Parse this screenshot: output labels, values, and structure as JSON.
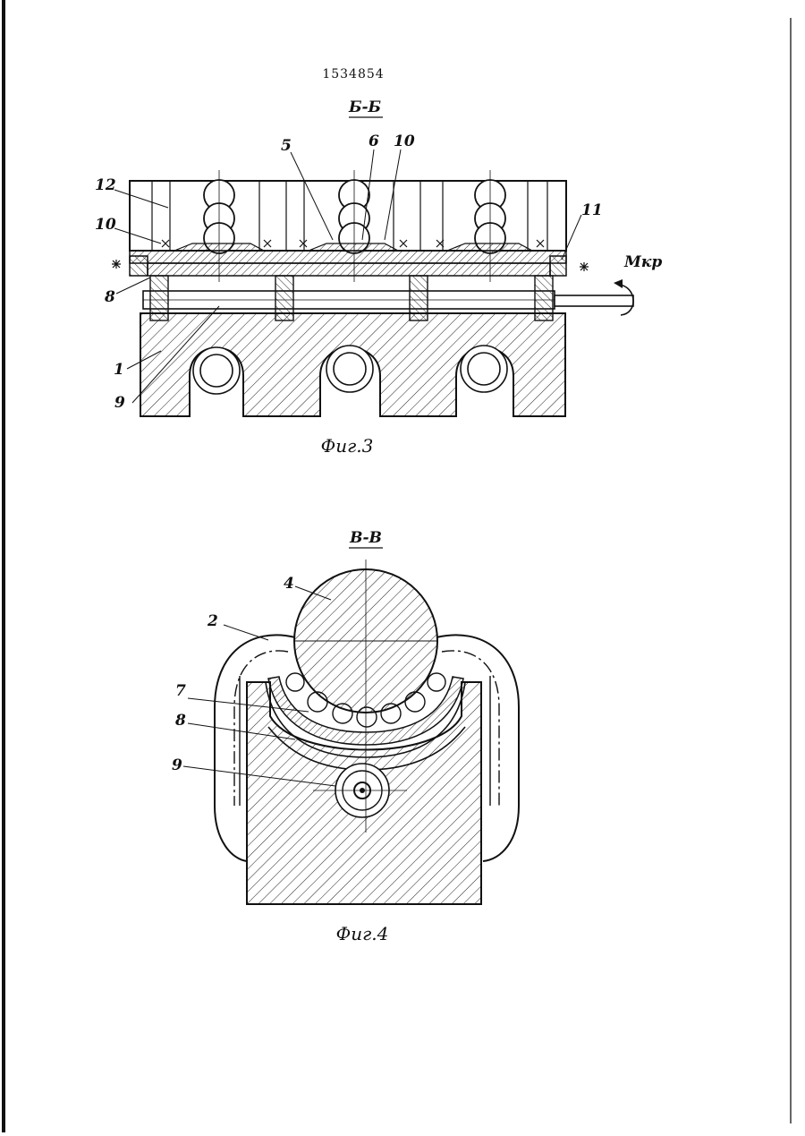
{
  "document": {
    "number": "1534854"
  },
  "figure3": {
    "section_label": "Б-Б",
    "caption": "Фиг.3",
    "torque_label": "Мкр",
    "labels": {
      "l5": "5",
      "l6": "6",
      "l10a": "10",
      "l12": "12",
      "l10b": "10",
      "l11": "11",
      "l8": "8",
      "l1": "1",
      "l9": "9"
    }
  },
  "figure4": {
    "section_label": "В-В",
    "caption": "Фиг.4",
    "labels": {
      "l4": "4",
      "l2": "2",
      "l7": "7",
      "l8": "8",
      "l9": "9"
    }
  },
  "colors": {
    "ink": "#111111",
    "paper": "#ffffff"
  }
}
